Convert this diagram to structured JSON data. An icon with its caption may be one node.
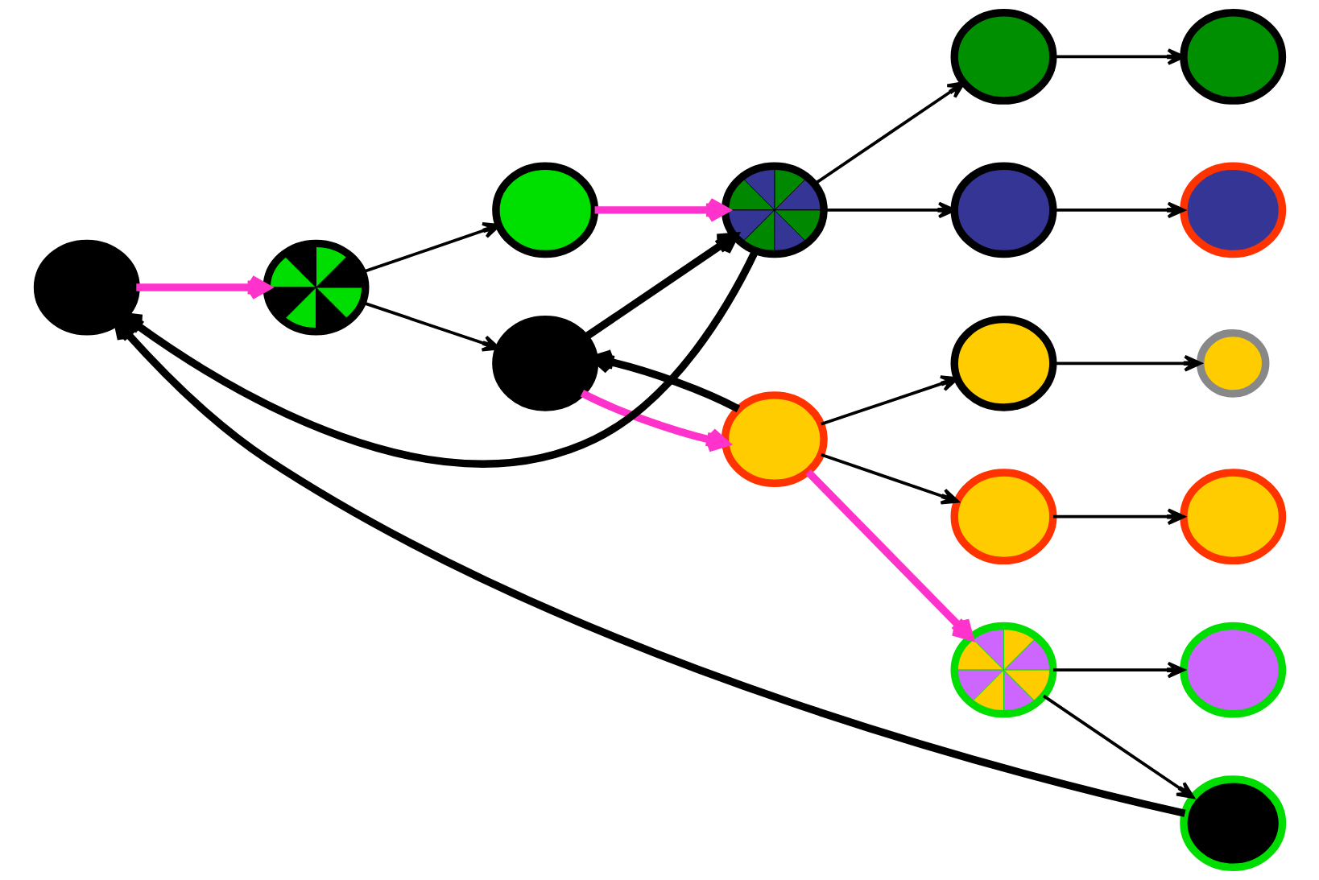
{
  "diagram": {
    "nodes": [
      {
        "text": [],
        "shape": "circle"
      },
      {
        "text": [],
        "shape": "circle"
      },
      {
        "text": [],
        "shape": "circle"
      },
      {
        "text": [],
        "shape": "circle"
      },
      {
        "text": [],
        "shape": "circle"
      },
      {
        "text": [],
        "shape": "circle"
      },
      {
        "text": [],
        "shape": "circle"
      },
      {
        "text": [],
        "shape": "circle"
      },
      {
        "text": [],
        "shape": "circle"
      },
      {
        "text": [],
        "shape": "circle"
      },
      {
        "text": [],
        "shape": "circle"
      },
      {
        "text": [],
        "shape": "circle"
      },
      {
        "text": [],
        "shape": "circle"
      },
      {
        "text": [],
        "shape": "circle"
      },
      {
        "text": [],
        "shape": "circle"
      },
      {
        "text": [],
        "shape": "circle"
      },
      {
        "text": [],
        "shape": "circle"
      }
    ],
    "edges": [
      {
        "from": 0,
        "to": 1,
        "arrow": "to",
        "style": "thick",
        "color": "#ff33cc"
      },
      {
        "from": 1,
        "to": 2,
        "arrow": "to"
      },
      {
        "from": 1,
        "to": 3,
        "arrow": "to"
      },
      {
        "from": 2,
        "to": 4,
        "arrow": "to",
        "style": "thick",
        "color": "#ff33cc"
      },
      {
        "from": 3,
        "to": 4,
        "arrow": "to",
        "style": "thick"
      },
      {
        "from": 3,
        "to": 5,
        "arrow": "to",
        "style": "thick",
        "color": "#ff33cc"
      },
      {
        "from": 5,
        "to": 3,
        "arrow": "to",
        "style": "thick"
      },
      {
        "from": 4,
        "to": 0,
        "arrow": "to",
        "style": "thick"
      },
      {
        "from": 4,
        "to": 6,
        "arrow": "to"
      },
      {
        "from": 4,
        "to": 7,
        "arrow": "to"
      },
      {
        "from": 5,
        "to": 8,
        "arrow": "to"
      },
      {
        "from": 5,
        "to": 9,
        "arrow": "to"
      },
      {
        "from": 5,
        "to": 10,
        "arrow": "to",
        "style": "thick",
        "color": "#ff33cc"
      },
      {
        "from": 6,
        "to": 11,
        "arrow": "to"
      },
      {
        "from": 7,
        "to": 12,
        "arrow": "to"
      },
      {
        "from": 8,
        "to": 13,
        "arrow": "to"
      },
      {
        "from": 9,
        "to": 14,
        "arrow": "to"
      },
      {
        "from": 10,
        "to": 15,
        "arrow": "to"
      },
      {
        "from": 10,
        "to": 16,
        "arrow": "to"
      },
      {
        "from": 16,
        "to": 0,
        "arrow": "to",
        "style": "thick"
      }
    ]
  }
}
